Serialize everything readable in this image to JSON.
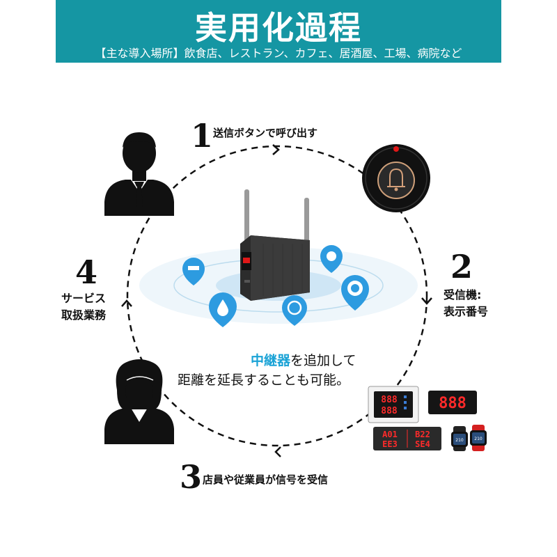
{
  "header": {
    "title": "実用化過程",
    "subtitle": "【主な導入場所】飲食店、レストラン、カフェ、居酒屋、工場、病院など"
  },
  "steps": [
    {
      "number": "1",
      "label": "送信ボタンで呼び出す"
    },
    {
      "number": "2",
      "label_line1": "受信機:",
      "label_line2": "表示番号"
    },
    {
      "number": "3",
      "label": "店員や従業員が信号を受信"
    },
    {
      "number": "4",
      "label_line1": "サービス",
      "label_line2": "取扱業務"
    }
  ],
  "center_text": {
    "highlight": "中継器",
    "rest_line1": "を追加して",
    "line2": "距離を延長することも可能。"
  },
  "devices": {
    "pager_digits": "888",
    "panel_rows": [
      "888",
      "888"
    ],
    "board_left_rows": [
      "A01",
      "EE3"
    ],
    "board_right_rows": [
      "B22",
      "SE4"
    ],
    "watch_text": "210"
  },
  "colors": {
    "banner": "#1596a3",
    "highlight": "#1ba3d6",
    "led": "#ff2a2a",
    "pin": "#2d9be0"
  }
}
